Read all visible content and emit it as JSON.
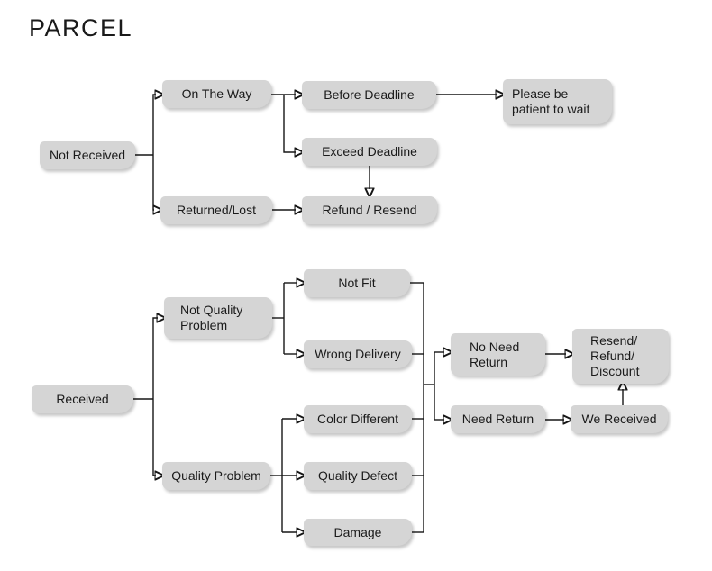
{
  "title": "PARCEL",
  "nodes": {
    "not_received": {
      "label": "Not Received"
    },
    "on_the_way": {
      "label": "On The Way"
    },
    "before_deadline": {
      "label": "Before Deadline"
    },
    "please_be_patient": {
      "label": "Please be\npatient to wait"
    },
    "exceed_deadline": {
      "label": "Exceed Deadline"
    },
    "refund_resend": {
      "label": "Refund / Resend"
    },
    "returned_lost": {
      "label": "Returned/Lost"
    },
    "received": {
      "label": "Received"
    },
    "not_quality_problem": {
      "label": "Not Quality\nProblem"
    },
    "not_fit": {
      "label": "Not Fit"
    },
    "wrong_delivery": {
      "label": "Wrong Delivery"
    },
    "quality_problem": {
      "label": "Quality Problem"
    },
    "color_different": {
      "label": "Color Different"
    },
    "quality_defect": {
      "label": "Quality Defect"
    },
    "damage": {
      "label": "Damage"
    },
    "no_need_return": {
      "label": "No Need\nReturn"
    },
    "need_return": {
      "label": "Need Return"
    },
    "resend_refund_discount": {
      "label": "Resend/\nRefund/\nDiscount"
    },
    "we_received": {
      "label": "We Received"
    }
  },
  "colors": {
    "background": "#ffffff",
    "box_fill": "#d5d5d5",
    "line": "#161616",
    "text": "#1a1a1a"
  }
}
